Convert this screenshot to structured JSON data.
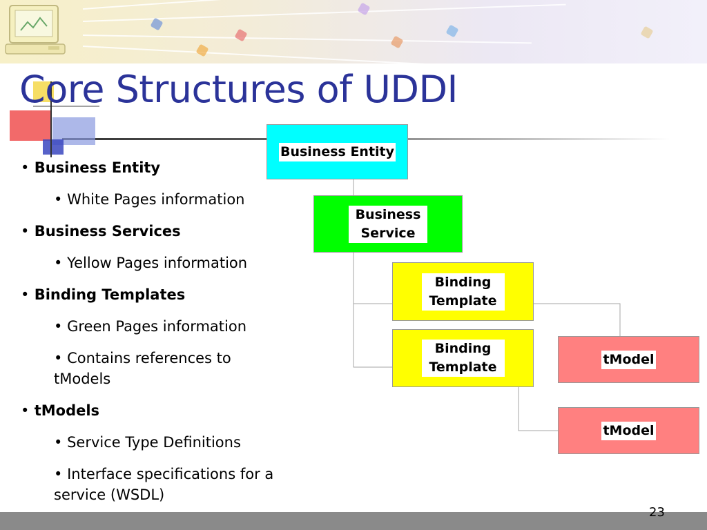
{
  "slide": {
    "title": "Core Structures of UDDI",
    "page_number": "23"
  },
  "bullets": [
    {
      "level": 1,
      "text": "Business Entity"
    },
    {
      "level": 2,
      "text": "White Pages information"
    },
    {
      "level": 1,
      "text": "Business Services"
    },
    {
      "level": 2,
      "text": "Yellow Pages information"
    },
    {
      "level": 1,
      "text": "Binding Templates"
    },
    {
      "level": 2,
      "text": "Green Pages information"
    },
    {
      "level": 2,
      "text": "Contains references to tModels"
    },
    {
      "level": 1,
      "text": "tModels"
    },
    {
      "level": 2,
      "text": "Service Type Definitions"
    },
    {
      "level": 2,
      "text": "Interface specifications for a service (WSDL)"
    }
  ],
  "bullet_glyph": "•",
  "diagram": {
    "nodes": {
      "business_entity": {
        "label": "Business Entity",
        "color": "#00ffff"
      },
      "business_service": {
        "label": "Business Service",
        "color": "#00ff00"
      },
      "binding_template_1": {
        "label": "Binding Template",
        "color": "#ffff00"
      },
      "binding_template_2": {
        "label": "Binding Template",
        "color": "#ffff00"
      },
      "tmodel_1": {
        "label": "tModel",
        "color": "#ff8080"
      },
      "tmodel_2": {
        "label": "tModel",
        "color": "#ff8080"
      }
    }
  },
  "colors": {
    "title": "#2b3399",
    "footer_bar": "#8a8a8a"
  }
}
